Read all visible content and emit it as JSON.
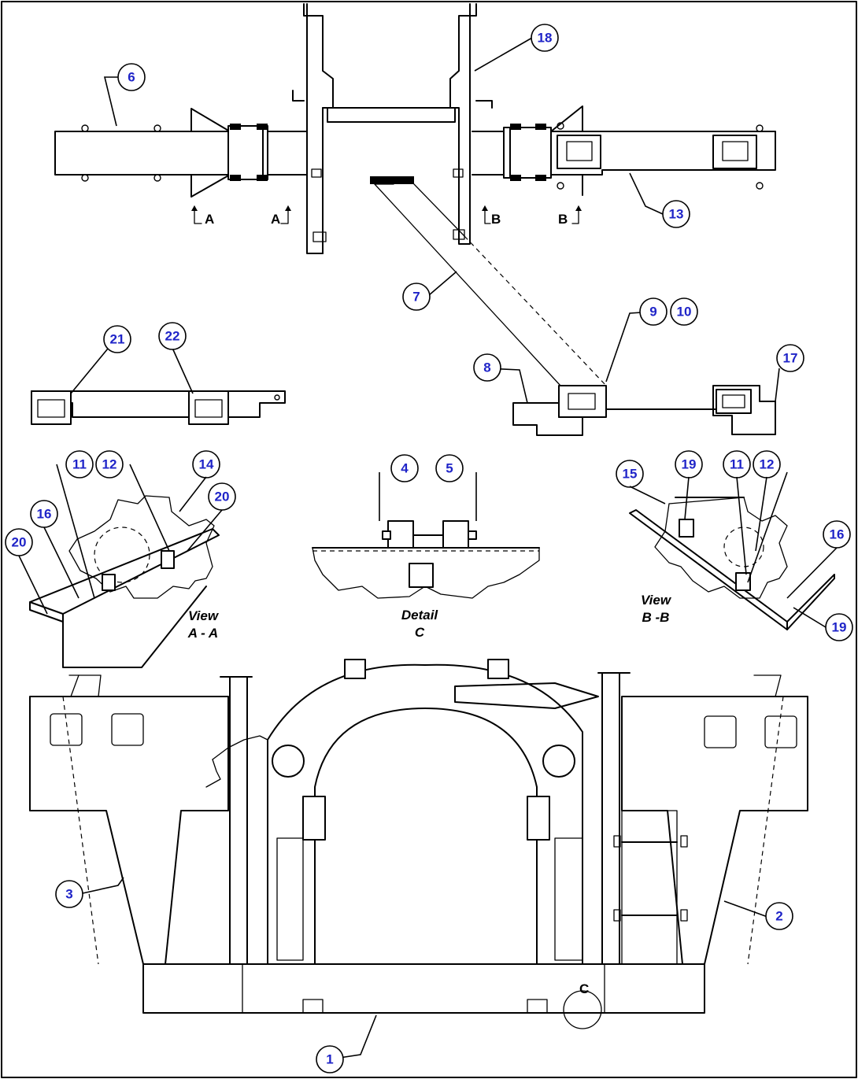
{
  "callouts": [
    {
      "id": "c1",
      "label": "1"
    },
    {
      "id": "c2",
      "label": "2"
    },
    {
      "id": "c3",
      "label": "3"
    },
    {
      "id": "c4",
      "label": "4"
    },
    {
      "id": "c5",
      "label": "5"
    },
    {
      "id": "c6",
      "label": "6"
    },
    {
      "id": "c7",
      "label": "7"
    },
    {
      "id": "c8",
      "label": "8"
    },
    {
      "id": "c9",
      "label": "9"
    },
    {
      "id": "c10",
      "label": "10"
    },
    {
      "id": "c11a",
      "label": "11"
    },
    {
      "id": "c12a",
      "label": "12"
    },
    {
      "id": "c11b",
      "label": "11"
    },
    {
      "id": "c12b",
      "label": "12"
    },
    {
      "id": "c13",
      "label": "13"
    },
    {
      "id": "c14",
      "label": "14"
    },
    {
      "id": "c15",
      "label": "15"
    },
    {
      "id": "c16a",
      "label": "16"
    },
    {
      "id": "c16b",
      "label": "16"
    },
    {
      "id": "c17",
      "label": "17"
    },
    {
      "id": "c18",
      "label": "18"
    },
    {
      "id": "c19a",
      "label": "19"
    },
    {
      "id": "c19b",
      "label": "19"
    },
    {
      "id": "c20a",
      "label": "20"
    },
    {
      "id": "c20b",
      "label": "20"
    },
    {
      "id": "c21",
      "label": "21"
    },
    {
      "id": "c22",
      "label": "22"
    }
  ],
  "views": {
    "view_aa_line1": "View",
    "view_aa_line2": "A - A",
    "detail_c_line1": "Detail",
    "detail_c_line2": "C",
    "view_bb_line1": "View",
    "view_bb_line2": "B -B"
  },
  "section_marks": {
    "a_left": "A",
    "a_right": "A",
    "b_left": "B",
    "b_right": "B",
    "c_mark": "C"
  }
}
